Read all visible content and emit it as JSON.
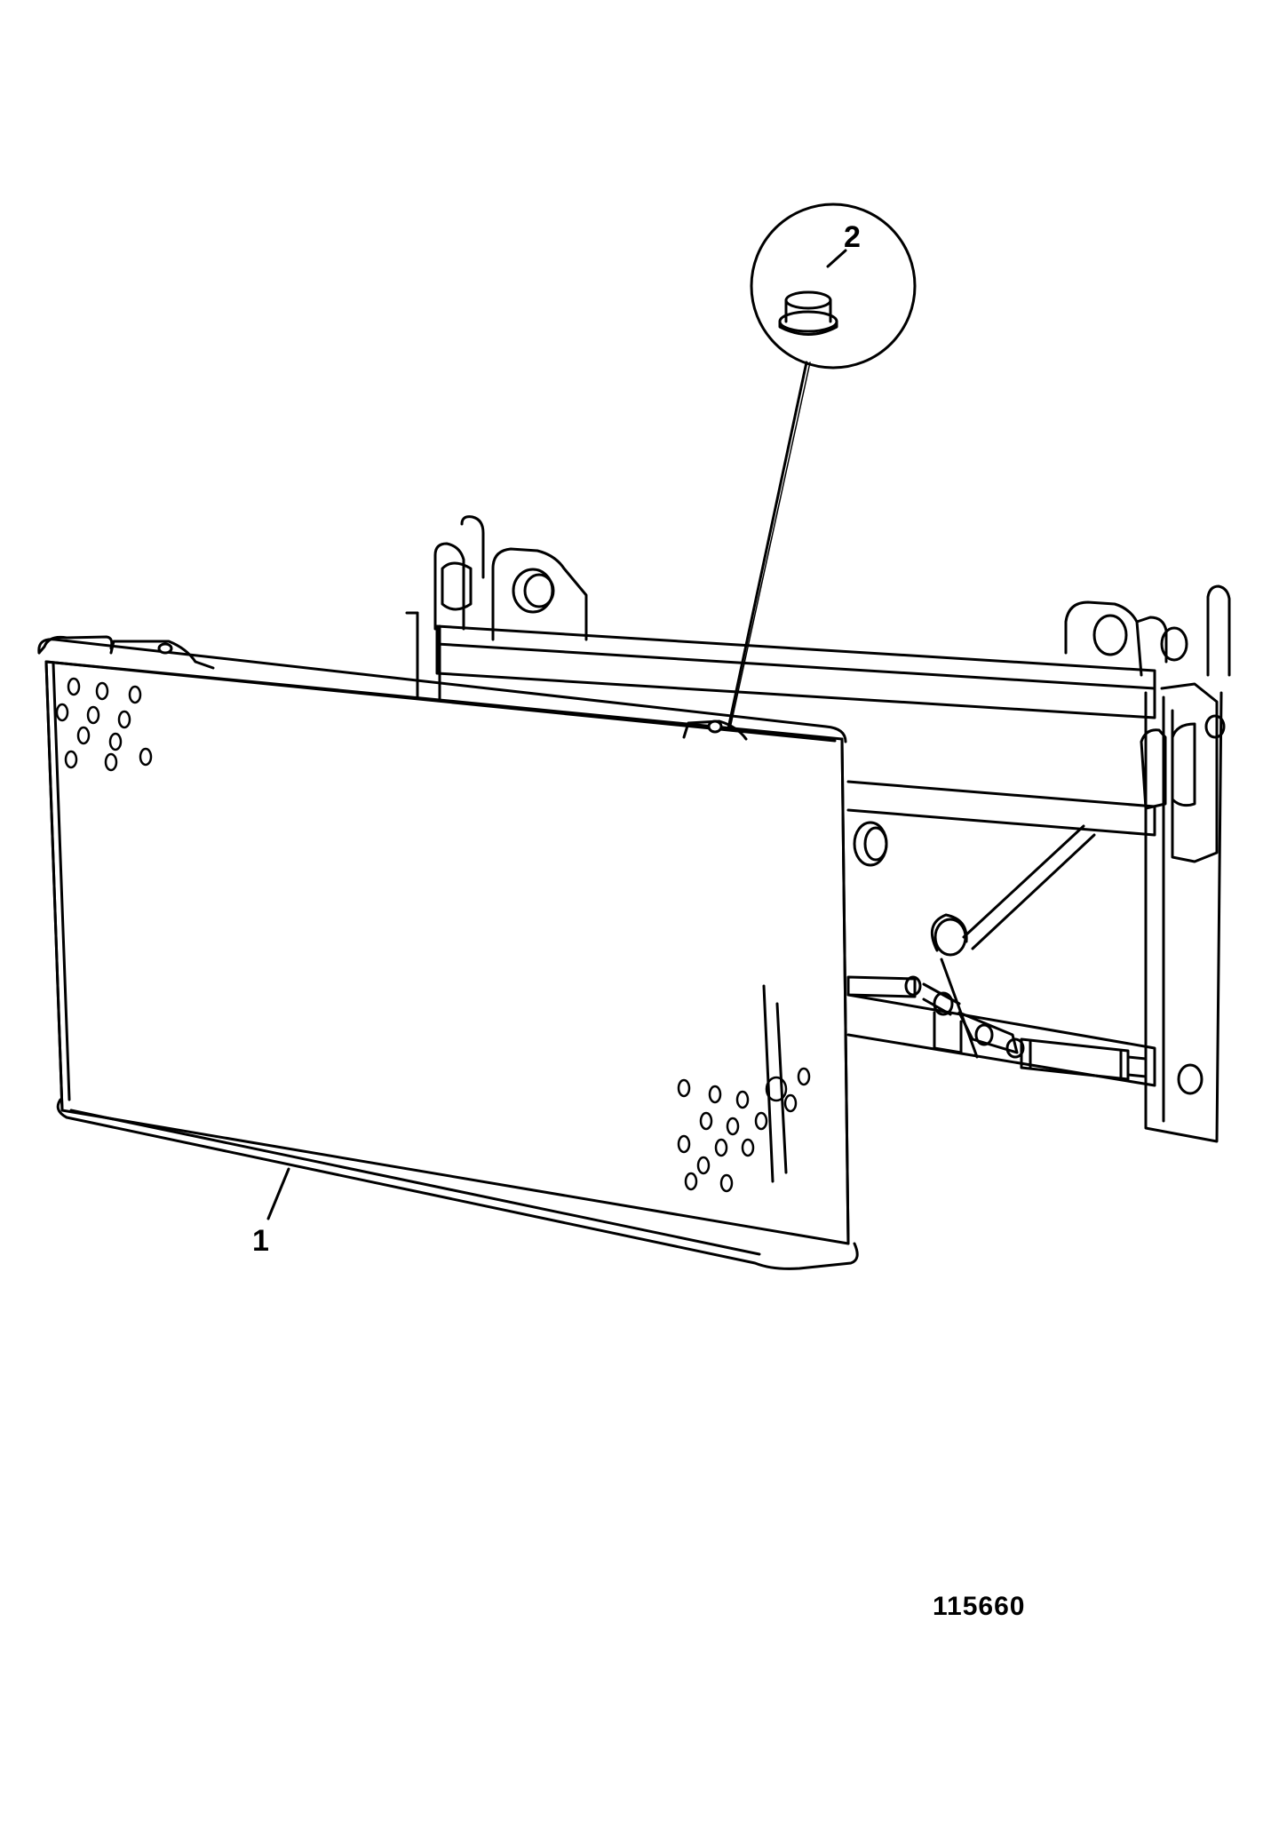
{
  "callouts": {
    "part_1": "1",
    "part_2": "2"
  },
  "figure_number": "115660",
  "colors": {
    "line": "#000000",
    "background": "#ffffff"
  }
}
